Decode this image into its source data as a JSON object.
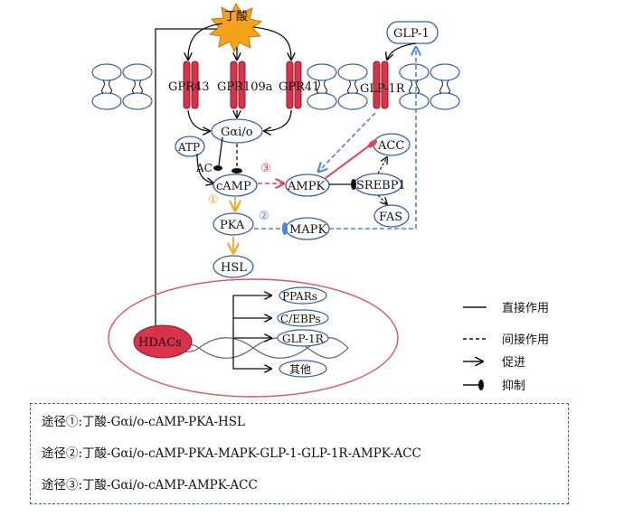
{
  "nodes": {
    "butyrate": "丁酸",
    "glp1": "GLP-1",
    "gpr43": "GPR43",
    "gpr109a": "GPR109a",
    "gpr41": "GPR41",
    "glp1r_membrane": "GLP-1R",
    "gai_o": "Gαi/o",
    "atp": "ATP",
    "ac": "AC",
    "camp": "cAMP",
    "ampk": "AMPK",
    "acc": "ACC",
    "srebp1": "SREBP1",
    "fas": "FAS",
    "pka": "PKA",
    "mapk": "MAPK",
    "hsl": "HSL",
    "hdacs": "HDACs",
    "ppars": "PPARs",
    "cebps": "C/EBPs",
    "glp1r_gene": "GLP-1R",
    "others": "其他"
  },
  "pathway_markers": {
    "one": "①",
    "two": "②",
    "three": "③"
  },
  "legend": {
    "direct": "直接作用",
    "indirect": "间接作用",
    "promote": "促进",
    "inhibit": "抑制"
  },
  "pathways": [
    "途径①:丁酸-Gαi/o-cAMP-PKA-HSL",
    "途径②:丁酸-Gαi/o-cAMP-PKA-MAPK-GLP-1-GLP-1R-AMPK-ACC",
    "途径③:丁酸-Gαi/o-cAMP-AMPK-ACC"
  ],
  "colors": {
    "node_border": "#3a5fa6",
    "receptor_red": "#d8334a",
    "pathway1": "#f5a623",
    "pathway2": "#4a86d8",
    "pathway3": "#e0405a",
    "butyrate_burst": "#f7a21b",
    "nucleus_border": "#e05060"
  }
}
